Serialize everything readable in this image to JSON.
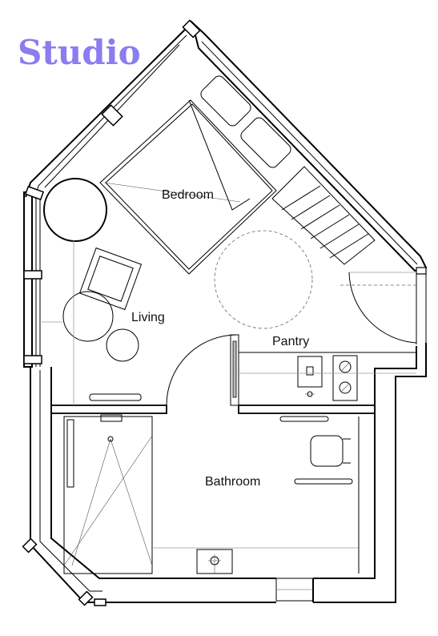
{
  "title": {
    "text": "Studio",
    "color": "#8a7df0"
  },
  "rooms": {
    "bedroom": "Bedroom",
    "living": "Living",
    "pantry": "Pantry",
    "bathroom": "Bathroom"
  }
}
